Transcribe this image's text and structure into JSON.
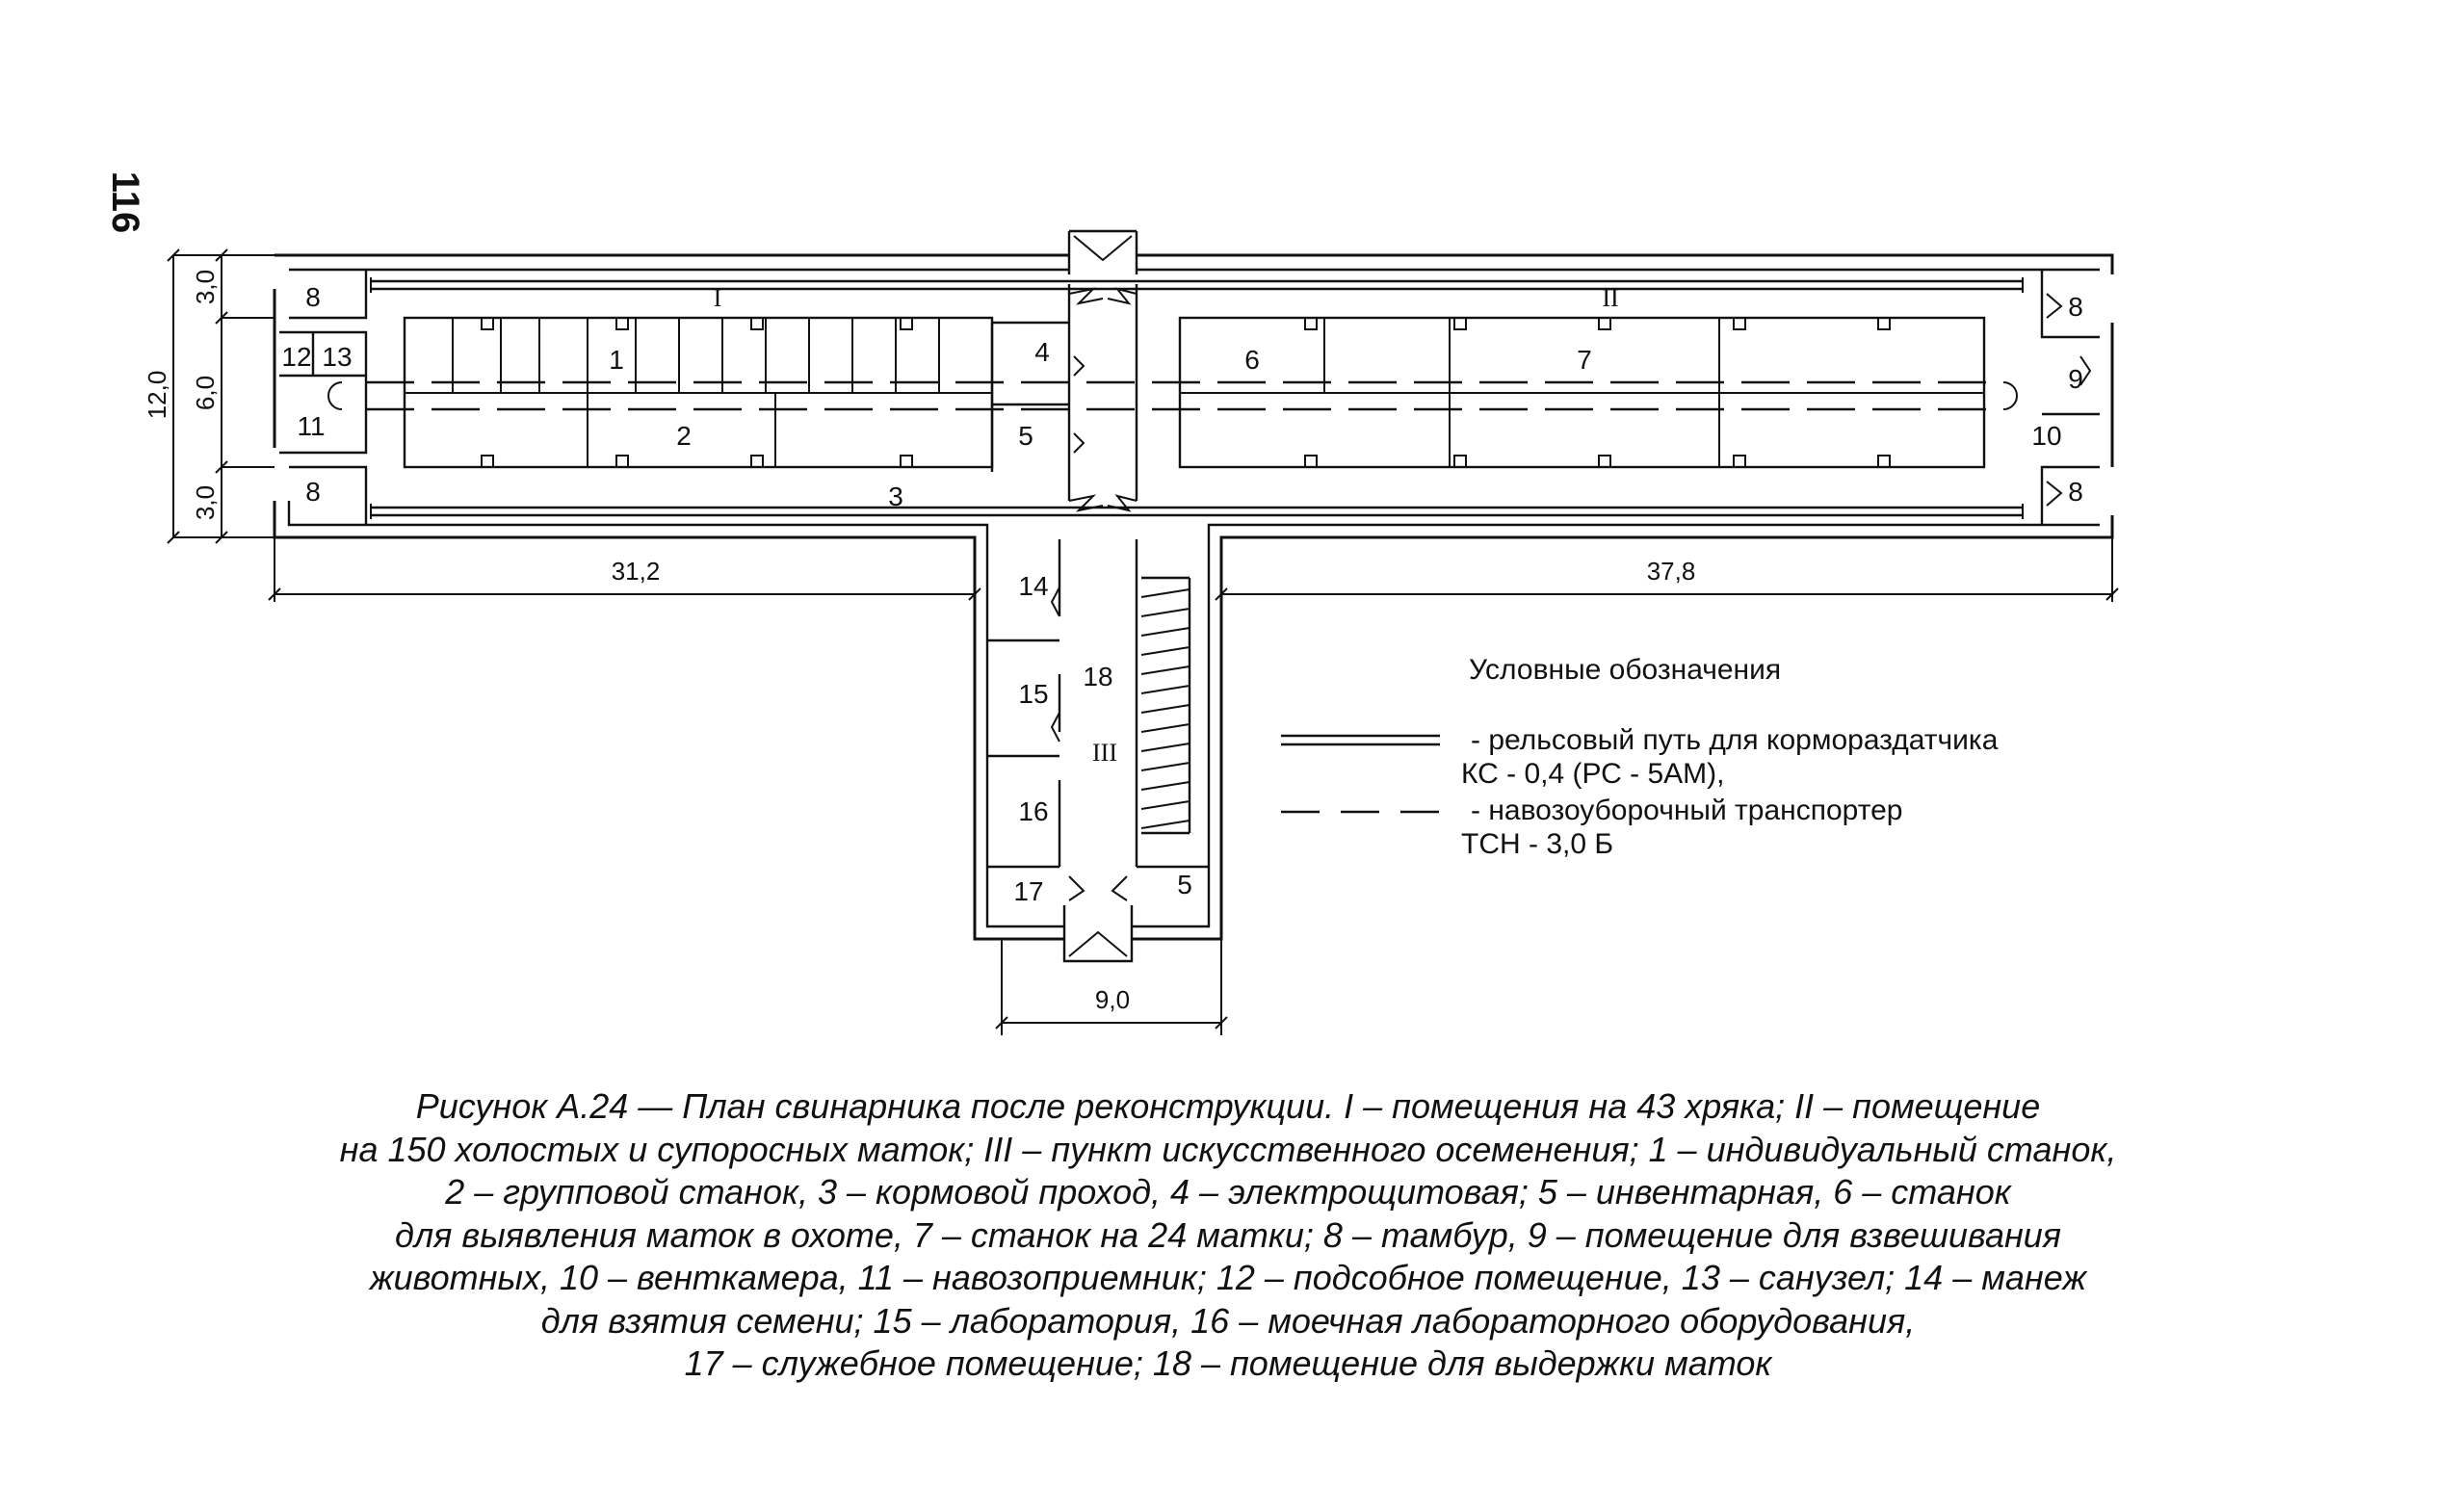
{
  "page_number": "116",
  "rooms": {
    "r1": "1",
    "r2": "2",
    "r3": "3",
    "r4": "4",
    "r5": "5",
    "r5b": "5",
    "r6": "6",
    "r7": "7",
    "r8a": "8",
    "r8b": "8",
    "r8c": "8",
    "r8d": "8",
    "r9": "9",
    "r10": "10",
    "r11": "11",
    "r12": "12",
    "r13": "13",
    "r14": "14",
    "r15": "15",
    "r16": "16",
    "r17": "17",
    "r18": "18"
  },
  "sections": {
    "s1": "I",
    "s2": "II",
    "s3": "III"
  },
  "dimensions": {
    "d_top": "3,0",
    "d_mid": "6,0",
    "d_bot": "3,0",
    "d_total_height": "12,0",
    "d_left_width": "31,2",
    "d_right_width": "37,8",
    "d_wing_width": "9,0"
  },
  "legend": {
    "title": "Условные обозначения",
    "rail_line1": "- рельсовый путь для кормораздатчика",
    "rail_line2": "КС - 0,4 (РС - 5АМ),",
    "manure_line1": "- навозоуборочный транспортер",
    "manure_line2": "ТСН - 3,0 Б"
  },
  "caption": [
    "Рисунок А.24 — План свинарника после реконструкции. I – помещения на 43 хряка; II – помещение",
    "на 150 холостых и супоросных маток; III – пункт искусственного осеменения; 1 – индивидуальный станок,",
    "2 – групповой станок, 3 – кормовой проход, 4 – электрощитовая; 5 – инвентарная, 6 – станок",
    "для выявления маток в охоте, 7 – станок на 24 матки; 8 – тамбур, 9 – помещение для взвешивания",
    "животных, 10 – венткамера, 11 – навозоприемник; 12 – подсобное помещение, 13 – санузел; 14 – манеж",
    "для взятия семени; 15 – лаборатория, 16 – моечная лабораторного оборудования,",
    "17 – служебное помещение; 18 – помещение для выдержки маток"
  ]
}
